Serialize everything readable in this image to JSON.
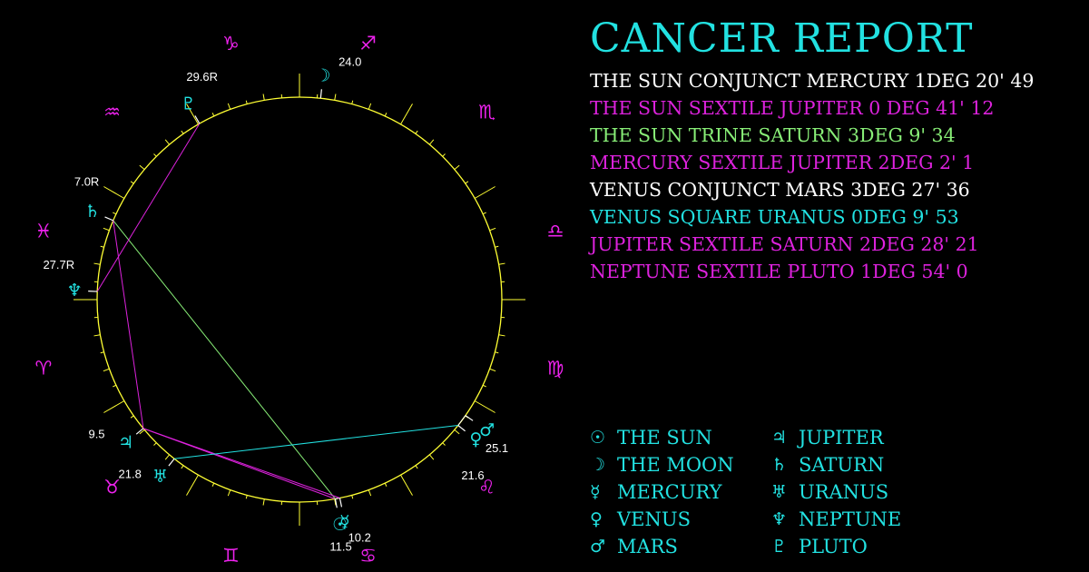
{
  "report": {
    "title": "CANCER REPORT",
    "aspects": [
      {
        "text": "THE SUN CONJUNCT MERCURY 1DEG 20' 49",
        "color": "#ffffff"
      },
      {
        "text": "THE SUN SEXTILE JUPITER 0 DEG 41' 12",
        "color": "#dd22dd"
      },
      {
        "text": "THE SUN TRINE SATURN 3DEG 9' 34",
        "color": "#88ee77"
      },
      {
        "text": "MERCURY SEXTILE JUPITER 2DEG 2' 1",
        "color": "#dd22dd"
      },
      {
        "text": "VENUS CONJUNCT MARS 3DEG 27' 36",
        "color": "#ffffff"
      },
      {
        "text": "VENUS SQUARE URANUS 0DEG 9' 53",
        "color": "#22e1e1"
      },
      {
        "text": "JUPITER SEXTILE SATURN 2DEG 28' 21",
        "color": "#dd22dd"
      },
      {
        "text": "NEPTUNE SEXTILE PLUTO 1DEG 54' 0",
        "color": "#dd22dd"
      }
    ]
  },
  "legend": [
    {
      "glyph": "☉",
      "label": "THE SUN"
    },
    {
      "glyph": "☽",
      "label": "THE MOON"
    },
    {
      "glyph": "☿",
      "label": "MERCURY"
    },
    {
      "glyph": "♀",
      "label": "VENUS"
    },
    {
      "glyph": "♂",
      "label": "MARS"
    },
    {
      "glyph": "♃",
      "label": "JUPITER"
    },
    {
      "glyph": "♄",
      "label": "SATURN"
    },
    {
      "glyph": "♅",
      "label": "URANUS"
    },
    {
      "glyph": "♆",
      "label": "NEPTUNE"
    },
    {
      "glyph": "♇",
      "label": "PLUTO"
    }
  ],
  "colors": {
    "wheel": "#ffff33",
    "signs": "#ee22ee",
    "planets": "#22e1e1",
    "degree_labels": "#ffffff",
    "background": "#000000"
  },
  "chart": {
    "signs": [
      {
        "name": "aries",
        "glyph": "♈"
      },
      {
        "name": "taurus",
        "glyph": "♉"
      },
      {
        "name": "gemini",
        "glyph": "♊"
      },
      {
        "name": "cancer",
        "glyph": "♋"
      },
      {
        "name": "leo",
        "glyph": "♌"
      },
      {
        "name": "virgo",
        "glyph": "♍"
      },
      {
        "name": "libra",
        "glyph": "♎"
      },
      {
        "name": "scorpio",
        "glyph": "♏"
      },
      {
        "name": "sagittarius",
        "glyph": "♐"
      },
      {
        "name": "capricorn",
        "glyph": "♑"
      },
      {
        "name": "aquarius",
        "glyph": "♒"
      },
      {
        "name": "pisces",
        "glyph": "♓"
      }
    ],
    "planets": [
      {
        "name": "sun",
        "glyph": "☉",
        "longitude": 100.2,
        "label": "10.2"
      },
      {
        "name": "moon",
        "glyph": "☽",
        "longitude": 264.0,
        "label": "24.0"
      },
      {
        "name": "mercury",
        "glyph": "☿",
        "longitude": 101.5,
        "label": "11.5"
      },
      {
        "name": "venus",
        "glyph": "♀",
        "longitude": 141.6,
        "label": "21.6"
      },
      {
        "name": "mars",
        "glyph": "♂",
        "longitude": 145.1,
        "label": "25.1"
      },
      {
        "name": "jupiter",
        "glyph": "♃",
        "longitude": 39.5,
        "label": "9.5"
      },
      {
        "name": "saturn",
        "glyph": "♄",
        "longitude": 337.0,
        "label": "7.0R"
      },
      {
        "name": "uranus",
        "glyph": "♅",
        "longitude": 51.8,
        "label": "21.8"
      },
      {
        "name": "neptune",
        "glyph": "♆",
        "longitude": 357.7,
        "label": "27.7R"
      },
      {
        "name": "pluto",
        "glyph": "♇",
        "longitude": 299.6,
        "label": "29.6R"
      }
    ],
    "aspect_lines": [
      {
        "from": "sun",
        "to": "mercury",
        "color": "#ffffff"
      },
      {
        "from": "sun",
        "to": "jupiter",
        "color": "#dd22dd"
      },
      {
        "from": "sun",
        "to": "saturn",
        "color": "#88ee77"
      },
      {
        "from": "mercury",
        "to": "jupiter",
        "color": "#dd22dd"
      },
      {
        "from": "venus",
        "to": "mars",
        "color": "#ffffff"
      },
      {
        "from": "venus",
        "to": "uranus",
        "color": "#22e1e1"
      },
      {
        "from": "jupiter",
        "to": "saturn",
        "color": "#dd22dd"
      },
      {
        "from": "neptune",
        "to": "pluto",
        "color": "#dd22dd"
      }
    ]
  }
}
